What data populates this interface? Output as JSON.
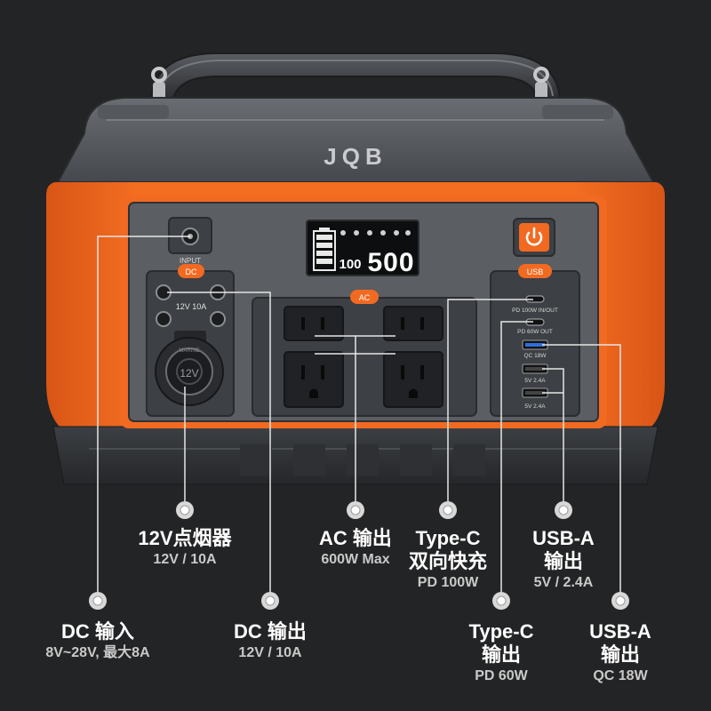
{
  "colors": {
    "background": "#232425",
    "body_orange": "#f26a21",
    "panel_grey": "#5b5e63",
    "panel_dark": "#3d4044",
    "housing": "#4a4d52",
    "lcd_green": "#ffffff",
    "callout_dot": "#d8d8d8"
  },
  "device": {
    "brand": "JQB",
    "input_label": "INPUT",
    "dc_tag": "DC",
    "ac_tag": "AC",
    "usb_tag": "USB",
    "dc_rating": "12V 10A",
    "cig_socket_label": "12V",
    "cig_rim_text": "MARINE",
    "lcd_left": "100",
    "lcd_right": "500",
    "usb_labels": {
      "pd100": "PD 100W IN/OUT",
      "pd60": "PD 60W OUT",
      "qc": "QC 18W",
      "usb1": "5V 2.4A",
      "usb2": "5V 2.4A"
    },
    "icons": [
      "power-icon",
      "battery-icon",
      "ac-outlet-icon",
      "usb-port-icon",
      "cigarette-socket-icon"
    ]
  },
  "callouts": {
    "cig": {
      "title": "12V点烟器",
      "spec": "12V / 10A"
    },
    "ac": {
      "title": "AC 输出",
      "spec": "600W Max"
    },
    "typec_bi": {
      "title_line1": "Type-C",
      "title_line2": "双向快充",
      "spec": "PD 100W"
    },
    "usba_5v": {
      "title_line1": "USB-A",
      "title_line2": "输出",
      "spec": "5V / 2.4A"
    },
    "dc_in": {
      "title": "DC 输入",
      "spec": "8V~28V, 最大8A"
    },
    "dc_out": {
      "title": "DC 输出",
      "spec": "12V / 10A"
    },
    "typec_out": {
      "title_line1": "Type-C",
      "title_line2": "输出",
      "spec": "PD 60W"
    },
    "usba_qc": {
      "title_line1": "USB-A",
      "title_line2": "输出",
      "spec": "QC 18W"
    }
  }
}
